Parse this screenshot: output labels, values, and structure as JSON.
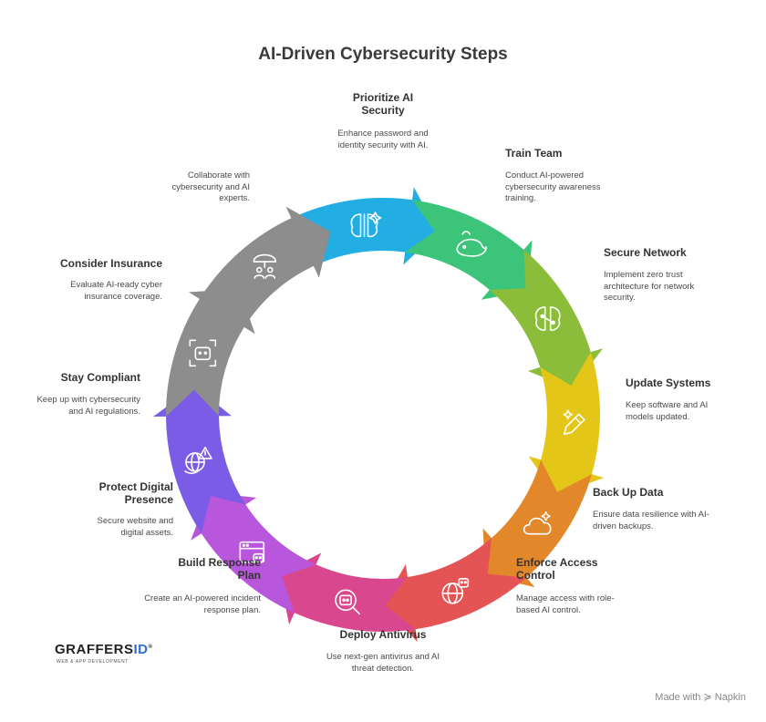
{
  "title": "AI-Driven Cybersecurity Steps",
  "steps": [
    {
      "title": "Prioritize AI Security",
      "desc": "Enhance password and identity security with AI.",
      "color": "#22aee3",
      "icon": "brain-sparkle-icon"
    },
    {
      "title": "Train Team",
      "desc": "Conduct AI-powered cybersecurity awareness training.",
      "color": "#3cc57a",
      "icon": "whale-icon"
    },
    {
      "title": "Secure Network",
      "desc": "Implement zero trust architecture for network security.",
      "color": "#8bbd3a",
      "icon": "brain-circuit-icon"
    },
    {
      "title": "Update Systems",
      "desc": "Keep software and AI models updated.",
      "color": "#e3c618",
      "icon": "pencil-sparkle-icon"
    },
    {
      "title": "Back Up Data",
      "desc": "Ensure data resilience with AI-driven backups.",
      "color": "#e3872b",
      "icon": "cloud-sparkle-icon"
    },
    {
      "title": "Enforce Access Control",
      "desc": "Manage access with role-based AI control.",
      "color": "#e55454",
      "icon": "globe-bot-icon"
    },
    {
      "title": "Deploy Antivirus",
      "desc": "Use next-gen antivirus and AI threat detection.",
      "color": "#d9488f",
      "icon": "magnifier-bot-icon"
    },
    {
      "title": "Build Response Plan",
      "desc": "Create an AI-powered incident response plan.",
      "color": "#b957dc",
      "icon": "browser-bot-icon"
    },
    {
      "title": "Protect Digital Presence",
      "desc": "Secure website and digital assets.",
      "color": "#7b5ce6",
      "icon": "globe-warning-icon"
    },
    {
      "title": "Stay Compliant",
      "desc": "Keep up with cybersecurity and AI regulations.",
      "color": "#8d8d8d",
      "icon": "bot-frame-icon"
    },
    {
      "title": "Consider Insurance",
      "desc": "Evaluate AI-ready cyber insurance coverage.",
      "color": "#8d8d8d",
      "icon": "umbrella-people-icon"
    }
  ],
  "extra_note": "Collaborate with cybersecurity and AI experts.",
  "logo": {
    "main": "GRAFFERS",
    "id": "ID",
    "tagline": "WEB & APP DEVELOPMENT"
  },
  "watermark": "Made with ≽ Napkin"
}
